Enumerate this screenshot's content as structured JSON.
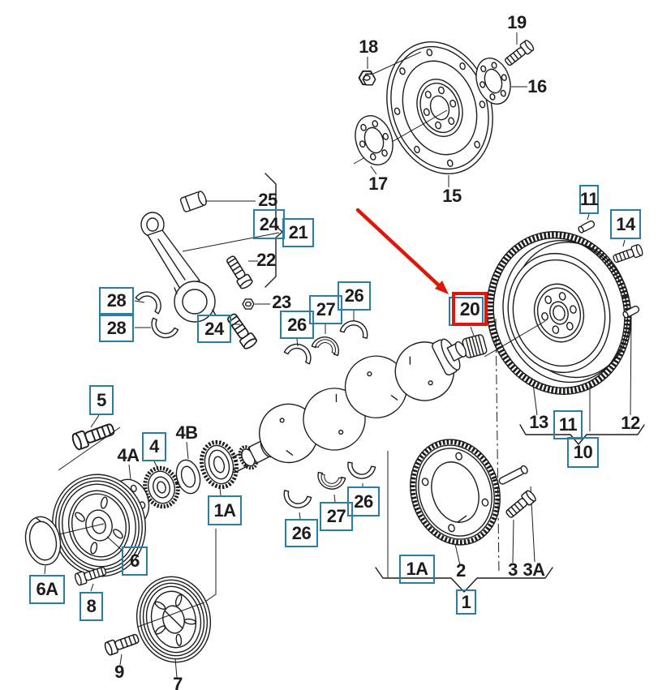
{
  "diagram": {
    "kind": "exploded-parts-diagram",
    "background": "#ffffff",
    "line_color": "#1c1c1c",
    "callout_box_color": "#2b7da6",
    "highlight_color": "#e01708",
    "highlighted_callout": "20"
  },
  "labels": {
    "n1": "1",
    "n1A": "1A",
    "n2": "2",
    "n3": "3",
    "n3A": "3A",
    "n4": "4",
    "n4A": "4A",
    "n4B": "4B",
    "n5": "5",
    "n6": "6",
    "n6A": "6A",
    "n7": "7",
    "n8": "8",
    "n9": "9",
    "n10": "10",
    "n11": "11",
    "n12": "12",
    "n13": "13",
    "n14": "14",
    "n15": "15",
    "n16": "16",
    "n17": "17",
    "n18": "18",
    "n19": "19",
    "n20": "20",
    "n21": "21",
    "n22": "22",
    "n23": "23",
    "n24": "24",
    "n25": "25",
    "n26": "26",
    "n27": "27",
    "n28": "28"
  }
}
